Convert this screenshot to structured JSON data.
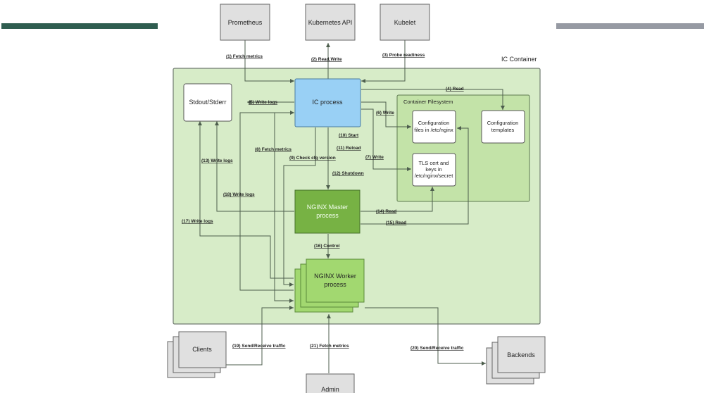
{
  "colors": {
    "stripe_left": "#2f5d50",
    "stripe_right": "#969aa3",
    "ic_container_fill": "#d7ecc8",
    "ic_container_stroke": "#707a70",
    "filesystem_fill": "#c3e3a8",
    "ic_process_fill": "#99d0f5",
    "nginx_master_fill": "#77b244",
    "nginx_worker_fill": "#a2d870",
    "external_fill": "#e0e0e0",
    "edge": "#4d5e4d"
  },
  "labels": {
    "ic_container": "IC  Container",
    "container_filesystem": "Container Filesystem"
  },
  "nodes": {
    "prometheus": "Prometheus",
    "kubernetes_api": "Kubernetes API",
    "kubelet": "Kubelet",
    "stdout": "Stdout/Stderr",
    "ic_process": "IC process",
    "config_files": [
      "Configuration",
      "files in /etc/nginx"
    ],
    "config_templates": [
      "Configuration",
      "templates"
    ],
    "tls": [
      "TLS cert and",
      "keys in",
      "/etc/nginx/secret"
    ],
    "nginx_master": [
      "NGINX Master",
      "process"
    ],
    "nginx_worker": [
      "NGINX Worker",
      "process"
    ],
    "clients": "Clients",
    "backends": "Backends",
    "admin": "Admin"
  },
  "edges": {
    "e1": "(1) Fetch metrics",
    "e2": "(2) Read,Write",
    "e3": "(3) Probe readiness",
    "e4": "(4) Read",
    "e5": "(5) Write logs",
    "e6": "(6) Write",
    "e7": "(7) Write",
    "e8": "(8) Fetch metrics",
    "e9": "(9) Check cfg version",
    "e10": "(10) Start",
    "e11": "(11) Reload",
    "e12": "(12) Shutdown",
    "e13": "(13) Write logs",
    "e14": "(14) Read",
    "e15": "(15) Read",
    "e16": "(16) Control",
    "e17": "(17) Write logs",
    "e18": "(18) Write logs",
    "e19": "(19) Send/Receive traffic",
    "e20": "(20) Send/Receive traffic",
    "e21": "(21) Fetch metrics"
  }
}
